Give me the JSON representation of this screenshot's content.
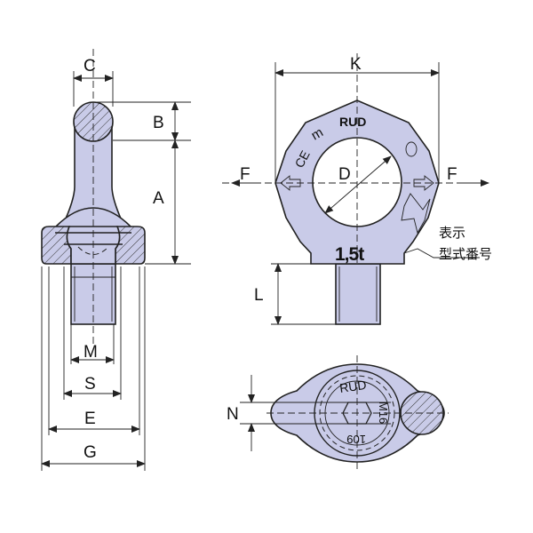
{
  "dimensions": {
    "C": "C",
    "B": "B",
    "A": "A",
    "M": "M",
    "S": "S",
    "E": "E",
    "G": "G",
    "K": "K",
    "F_left": "F",
    "F_right": "F",
    "D": "D",
    "L": "L",
    "N": "N"
  },
  "markings": {
    "brand": "RUD",
    "ce": "CE",
    "m": "m",
    "load": "1,5t",
    "thread": "M16",
    "code": "109"
  },
  "annotation": {
    "line1": "表示",
    "line2": "型式番号"
  },
  "colors": {
    "part_fill": "#c9cbe8",
    "line": "#222222"
  }
}
